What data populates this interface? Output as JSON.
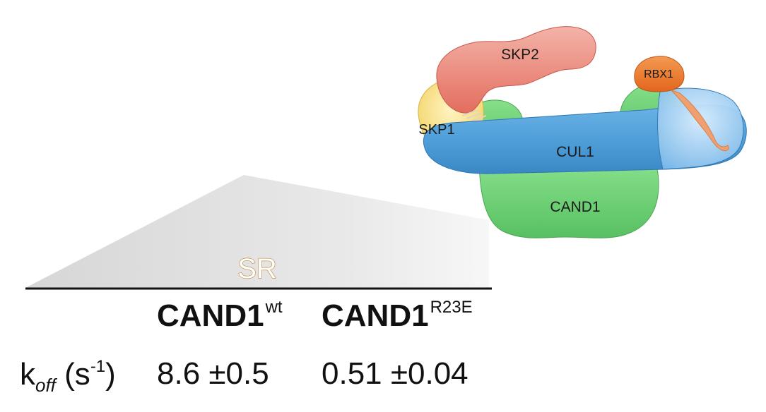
{
  "diagram": {
    "complex_labels": {
      "skp2": "SKP2",
      "rbx1": "RBX1",
      "skp1": "SKP1",
      "cul1": "CUL1",
      "cand1": "CAND1"
    },
    "sr_label": "SR",
    "colors": {
      "skp2": "#e8776a",
      "rbx1": "#ee7a2e",
      "skp1": "#f7df7e",
      "cul1": "#4d9fd8",
      "cand1": "#6fd477",
      "sr_outline": "#c08a3c"
    }
  },
  "table": {
    "headers": [
      {
        "main": "CAND1",
        "sup": "wt"
      },
      {
        "main": "CAND1",
        "sup": "R23E"
      }
    ],
    "row": {
      "label_main": "k",
      "label_sub": "off",
      "label_unit_open": " (s",
      "label_unit_sup": "-1",
      "label_unit_close": ")",
      "values": [
        "8.6 ±0.5",
        "0.51 ±0.04"
      ]
    }
  }
}
